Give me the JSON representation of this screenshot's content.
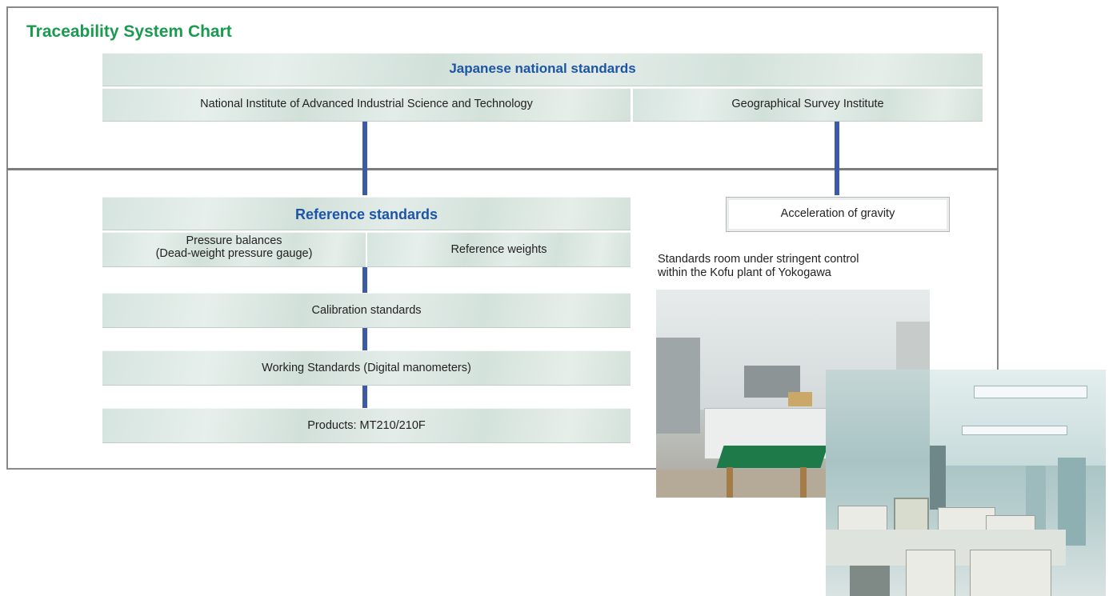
{
  "title": "Traceability System Chart",
  "national": {
    "heading": "Japanese national standards",
    "left": "National Institute of Advanced Industrial Science and Technology",
    "right": "Geographical Survey Institute"
  },
  "reference": {
    "heading": "Reference standards",
    "left_line1": "Pressure balances",
    "left_line2": "(Dead-weight pressure gauge)",
    "right": "Reference weights"
  },
  "calibration": "Calibration standards",
  "working": "Working Standards (Digital manometers)",
  "products": "Products: MT210/210F",
  "gravity": "Acceleration of gravity",
  "caption": {
    "line1": "Standards room under stringent control",
    "line2": "within the Kofu plant of Yokogawa"
  },
  "colors": {
    "title": "#1a9a4e",
    "heading": "#1c55a6",
    "connector": "#3d5aa8"
  }
}
